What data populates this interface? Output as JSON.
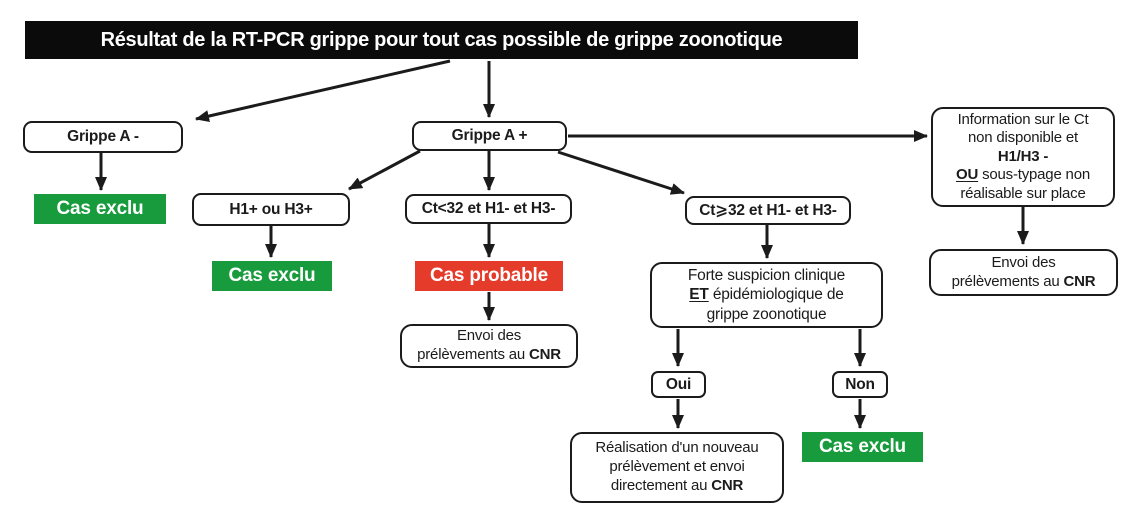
{
  "header": {
    "title": "Résultat de la RT-PCR grippe pour tout cas possible de grippe zoonotique"
  },
  "colors": {
    "green": "#189b3c",
    "red": "#e43b2a",
    "black": "#1b1b1b"
  },
  "nodes": {
    "grippe_a_neg": {
      "label": "Grippe A -"
    },
    "grippe_a_pos": {
      "label": "Grippe A +"
    },
    "h1_ou_h3": {
      "label": "H1+ ou H3+"
    },
    "ct_lt32": {
      "label": "Ct<32 et H1- et H3-"
    },
    "ct_ge32": {
      "label": "Ct⩾32 et H1- et H3-"
    },
    "cas_exclu": {
      "label": "Cas exclu"
    },
    "cas_probable": {
      "label": "Cas probable"
    },
    "envoi_cnr": {
      "line1": "Envoi des",
      "line2": "prélèvements au",
      "cnr": "CNR"
    },
    "forte_suspicion": {
      "et": "ET",
      "line1": "Forte suspicion clinique",
      "line2": "épidémiologique de",
      "line3": "grippe zoonotique"
    },
    "oui": {
      "label": "Oui"
    },
    "non": {
      "label": "Non"
    },
    "realisation": {
      "line1": "Réalisation d'un nouveau",
      "line2": "prélèvement et envoi",
      "line3": "directement au",
      "cnr": "CNR"
    },
    "info_ct": {
      "line1": "Information sur le Ct",
      "line2": "non disponible et",
      "line3": "H1/H3 -",
      "ou": "OU",
      "line4": "sous-typage non",
      "line5": "réalisable sur place"
    }
  }
}
